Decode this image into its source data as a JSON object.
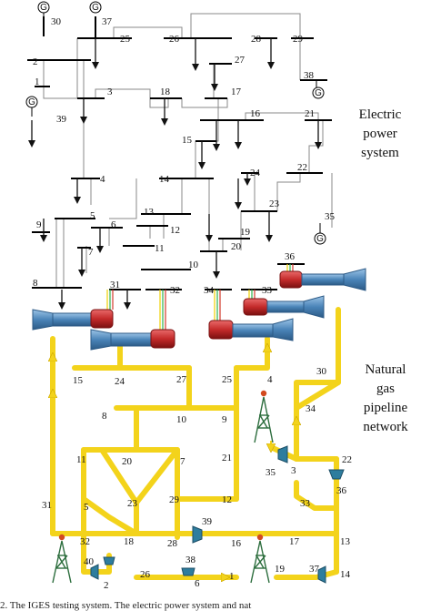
{
  "titles": {
    "electric": [
      "Electric",
      "power",
      "system"
    ],
    "gas": [
      "Natural",
      "gas",
      "pipeline",
      "network"
    ]
  },
  "caption": "2.  The IGES testing system. The electric power system and nat",
  "generator_symbol": "G",
  "power_bus_labels": [
    "30",
    "37",
    "25",
    "26",
    "28",
    "29",
    "2",
    "27",
    "38",
    "1",
    "39",
    "3",
    "18",
    "17",
    "16",
    "21",
    "15",
    "24",
    "22",
    "4",
    "14",
    "23",
    "35",
    "9",
    "5",
    "13",
    "6",
    "12",
    "19",
    "11",
    "20",
    "7",
    "10",
    "36",
    "8",
    "31",
    "32",
    "34",
    "33"
  ],
  "gas_node_labels": [
    "15",
    "24",
    "27",
    "25",
    "4",
    "30",
    "8",
    "10",
    "9",
    "34",
    "11",
    "20",
    "7",
    "21",
    "35",
    "3",
    "22",
    "5",
    "23",
    "29",
    "12",
    "36",
    "33",
    "31",
    "32",
    "18",
    "28",
    "39",
    "16",
    "17",
    "13",
    "2",
    "40",
    "38",
    "26",
    "6",
    "1",
    "19",
    "37",
    "14"
  ],
  "colors": {
    "pipe": "#f3d31b",
    "pipe_edge": "#e0b800",
    "bus": "#000000",
    "line": "#8a8a8a",
    "turbine": "#4a84b8",
    "generator_red": "#c42a2a"
  }
}
